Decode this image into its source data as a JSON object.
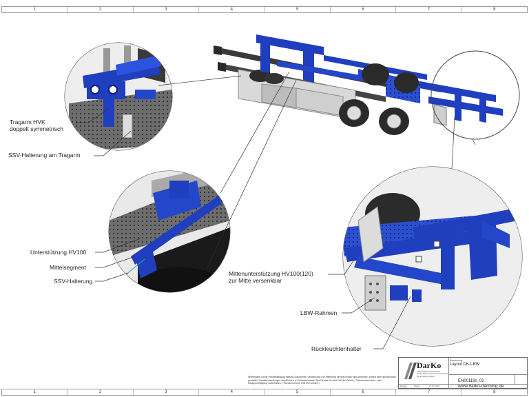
{
  "grid": {
    "columns": [
      "1",
      "2",
      "3",
      "4",
      "5",
      "6",
      "7",
      "8"
    ]
  },
  "labels": {
    "tragarm": "Tragarm HVK\ndoppelt symmetrisch",
    "ssv_halterung_tragarm": "SSV-Halterung am Tragarm",
    "unterstuetzung": "Unterstützung HV100",
    "mittelsegment": "Mittelsegment",
    "ssv_halterung": "SSV-Halterung",
    "mittenunterstuetzung": "Mittenunterstützung HV100(120)\nzur Mitte versenkbar",
    "lbw_rahmen": "LBW-Rahmen",
    "rueckleuchtenhalter": "Rückleuchtenhalter"
  },
  "disclaimer": "Weitergabe sowie Vervielfältigung dieses Dokuments, Verwertung und Mitteilung seines Inhalts sind verboten, soweit nicht ausdrücklich gestattet. Zuwiderhandlungen verpflichten zu Schadenersatz. Alle Rechte für den Fall der Patent-, Gebrauchsmuster- oder Designeintragung vorbehalten. ( Schutzvermerk DIN ISO 16016 )",
  "title_block": {
    "brand": "DarKo",
    "subtitle": "Fahrzeugbau Hubtechnik",
    "address": "Darko Darming GmbH Ringstraße 1a Sonstige Straße",
    "description_header": "Benennung",
    "description": "Layout DK-LBW",
    "document_no": "EN00119s_02",
    "date_label": "Datum",
    "date": "27.07.2022",
    "creator_label": "Erstellt",
    "checker_label": "Geprüft",
    "website": "www.darko-darming.de"
  },
  "colors": {
    "blue_parts": "#1f3fbf",
    "frame_gray": "#9a9a9a",
    "tire_dark": "#2a2a2a",
    "line": "#333333"
  }
}
